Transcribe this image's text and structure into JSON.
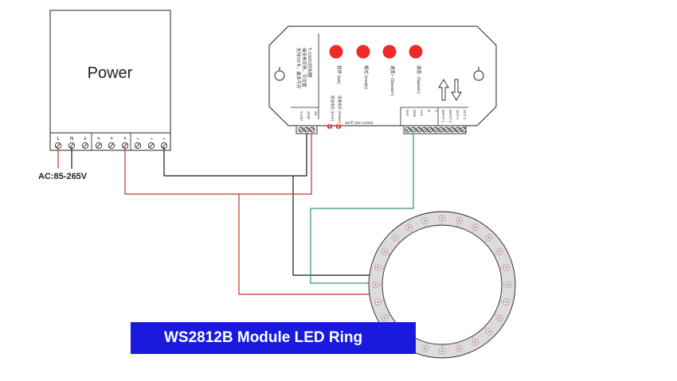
{
  "power_supply": {
    "title": "Power",
    "terminal_symbols": [
      "L",
      "N",
      "⏚",
      "+",
      "+",
      "+",
      "−",
      "−",
      "−"
    ],
    "input_label": "AC:85-265V"
  },
  "controller": {
    "info_text": [
      "支持SD卡，最多可存",
      "储多种花样，可设置",
      "T-1000S控制器"
    ],
    "buttons": [
      {
        "label": "暂停 (set)",
        "color": "#ee2a2a"
      },
      {
        "label": "模式 (mode)",
        "color": "#ee2a2a"
      },
      {
        "label": "速度+ (Speed+)",
        "color": "#ee2a2a"
      },
      {
        "label": "速度- (Speed-)",
        "color": "#ee2a2a"
      }
    ],
    "power_in_labels": [
      "5-24V",
      "GND",
      "5V"
    ],
    "indicator_labels": [
      "错误指示 (Error)",
      "电源指示 (Power)"
    ],
    "sd_label": "SD卡 (SD CARD)",
    "output_labels": [
      "DAT",
      "GND",
      "CLK",
      "D",
      "A",
      "INPUT 1",
      "INPUT 2",
      "OUT 1",
      "OUT 2"
    ]
  },
  "led_ring": {
    "label": "WS2812B Module LED Ring",
    "led_count": 24,
    "colors": {
      "ring": "#dcdcdc",
      "led_glow": "#f6c0c4",
      "led_chip": "#a0a0a8"
    }
  },
  "wires": {
    "colors": {
      "ground": "#1a1a1a",
      "power": "#c8322c",
      "data": "#2e9a5e"
    }
  }
}
